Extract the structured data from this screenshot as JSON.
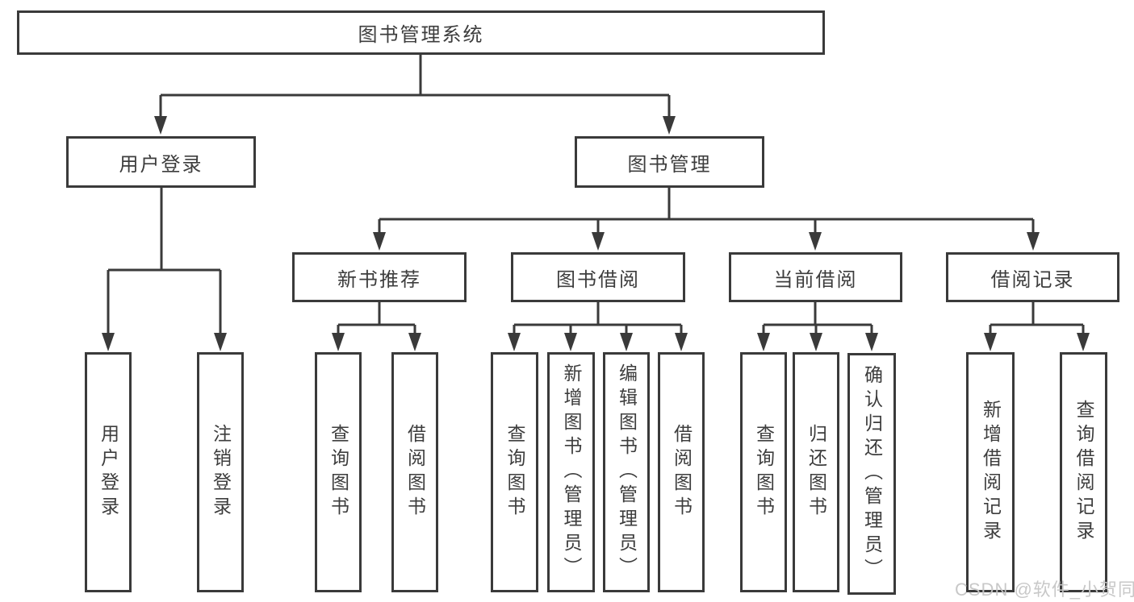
{
  "tree": {
    "label": "图书管理系统",
    "children": [
      {
        "label": "用户登录",
        "children": [
          {
            "label": "用户登录"
          },
          {
            "label": "注销登录"
          }
        ]
      },
      {
        "label": "图书管理",
        "children": [
          {
            "label": "新书推荐",
            "children": [
              {
                "label": "查询图书"
              },
              {
                "label": "借阅图书"
              }
            ]
          },
          {
            "label": "图书借阅",
            "children": [
              {
                "label": "查询图书"
              },
              {
                "label": "新增图书（管理员）"
              },
              {
                "label": "编辑图书（管理员）"
              },
              {
                "label": "借阅图书"
              }
            ]
          },
          {
            "label": "当前借阅",
            "children": [
              {
                "label": "查询图书"
              },
              {
                "label": "归还图书"
              },
              {
                "label": "确认归还（管理员）"
              }
            ]
          },
          {
            "label": "借阅记录",
            "children": [
              {
                "label": "新增借阅记录"
              },
              {
                "label": "查询借阅记录"
              }
            ]
          }
        ]
      }
    ]
  },
  "watermark": "CSDN @软件_小贺同学",
  "colors": {
    "line": "#3a3a3a",
    "text": "#3d3d3d",
    "watermark": "#c5c5c5",
    "background": "#ffffff"
  }
}
